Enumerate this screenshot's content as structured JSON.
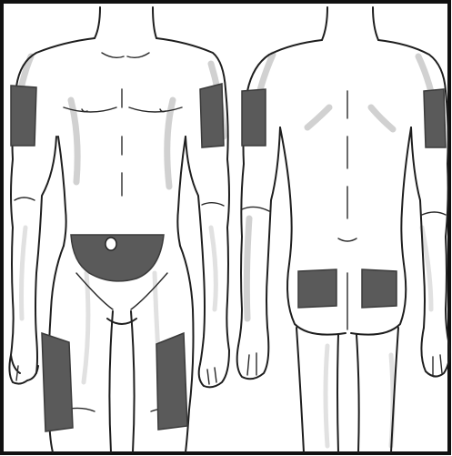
{
  "colors": {
    "background": "#ffffff",
    "border": "#111111",
    "outline": "#1e1e1e",
    "shading": "#c9c9c9",
    "injection_site_fill": "#5a5a5a",
    "injection_site_edge": "#3a3a3a"
  },
  "figures": [
    {
      "view": "front",
      "marked_regions": [
        "right-upper-arm",
        "left-upper-arm",
        "abdomen",
        "right-thigh",
        "left-thigh"
      ]
    },
    {
      "view": "back",
      "marked_regions": [
        "right-upper-arm-back",
        "left-upper-arm-back",
        "right-upper-buttock",
        "left-upper-buttock"
      ]
    }
  ]
}
